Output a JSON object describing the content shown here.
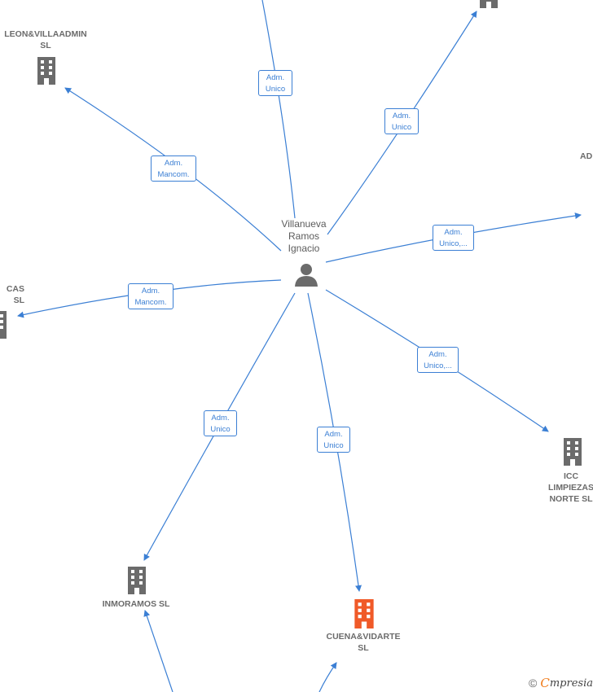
{
  "person": {
    "label": "Villanueva\nRamos\nIgnacio",
    "icon": "person-icon"
  },
  "companies": [
    {
      "id": "leon",
      "label": "LEON&VILLAADMIN\nSL",
      "color": "#6b6b6b"
    },
    {
      "id": "top-right",
      "label": "",
      "color": "#6b6b6b"
    },
    {
      "id": "right-ad",
      "label": "AD",
      "color": "#6b6b6b"
    },
    {
      "id": "left-cas",
      "label": "CAS\nSL",
      "color": "#6b6b6b"
    },
    {
      "id": "icc",
      "label": "ICC\nLIMPIEZAS\nNORTE  SL",
      "color": "#6b6b6b"
    },
    {
      "id": "inmoramos",
      "label": "INMORAMOS  SL",
      "color": "#6b6b6b"
    },
    {
      "id": "cuena",
      "label": "CUENA&VIDARTE\nSL",
      "color": "#f05a28"
    }
  ],
  "roles": [
    {
      "id": "r-top",
      "line1": "Adm.",
      "line2": "Unico"
    },
    {
      "id": "r-topright",
      "line1": "Adm.",
      "line2": "Unico"
    },
    {
      "id": "r-leon",
      "line1": "Adm.",
      "line2": "Mancom."
    },
    {
      "id": "r-right",
      "line1": "Adm.",
      "line2": "Unico,..."
    },
    {
      "id": "r-left",
      "line1": "Adm.",
      "line2": "Mancom."
    },
    {
      "id": "r-icc",
      "line1": "Adm.",
      "line2": "Unico,..."
    },
    {
      "id": "r-inmoramos",
      "line1": "Adm.",
      "line2": "Unico"
    },
    {
      "id": "r-cuena",
      "line1": "Adm.",
      "line2": "Unico"
    }
  ],
  "brand": {
    "copyright": "©",
    "e": "C",
    "name": "mpresia"
  },
  "colors": {
    "edge": "#3b7fd4",
    "highlight": "#f05a28",
    "node": "#6b6b6b"
  }
}
